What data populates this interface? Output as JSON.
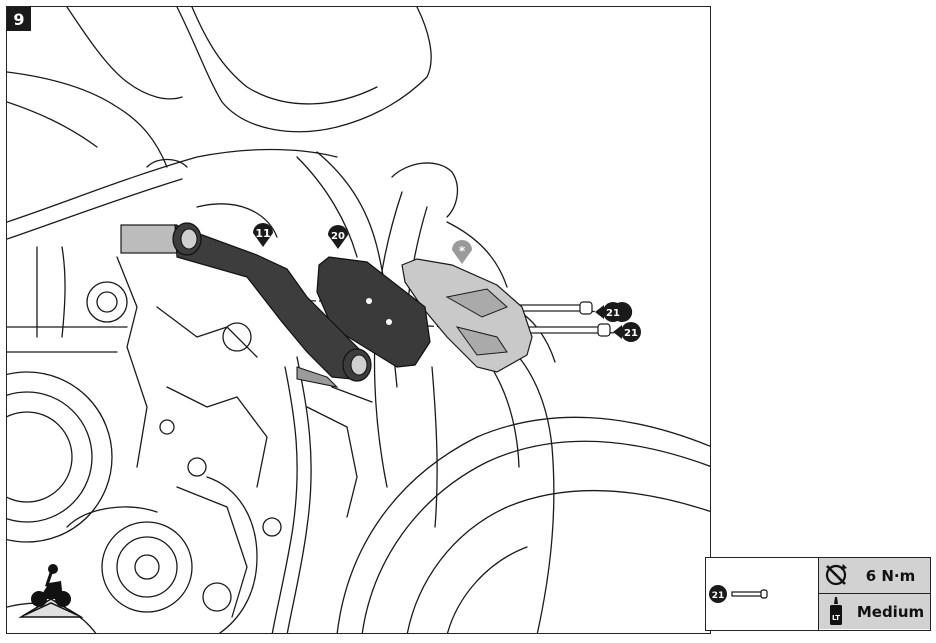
{
  "step": {
    "number": "9"
  },
  "callouts": {
    "part_11": "11",
    "part_20": "20",
    "part_star": "*",
    "part_21a": "21",
    "part_21b": "21"
  },
  "spec_table": {
    "part_number": "21",
    "torque_value": "6 N·m",
    "threadlock_value": "Medium",
    "threadlock_icon_label": "LT",
    "torque_icon": "torque-wrench-icon",
    "threadlock_icon": "threadlock-bottle-icon"
  },
  "colors": {
    "callout_dark": "#1a1a1a",
    "callout_grey": "#9a9a9a",
    "part_dark": "#3d3d3d",
    "part_grey": "#bdbdbd",
    "table_fill": "#d2d2d2"
  }
}
